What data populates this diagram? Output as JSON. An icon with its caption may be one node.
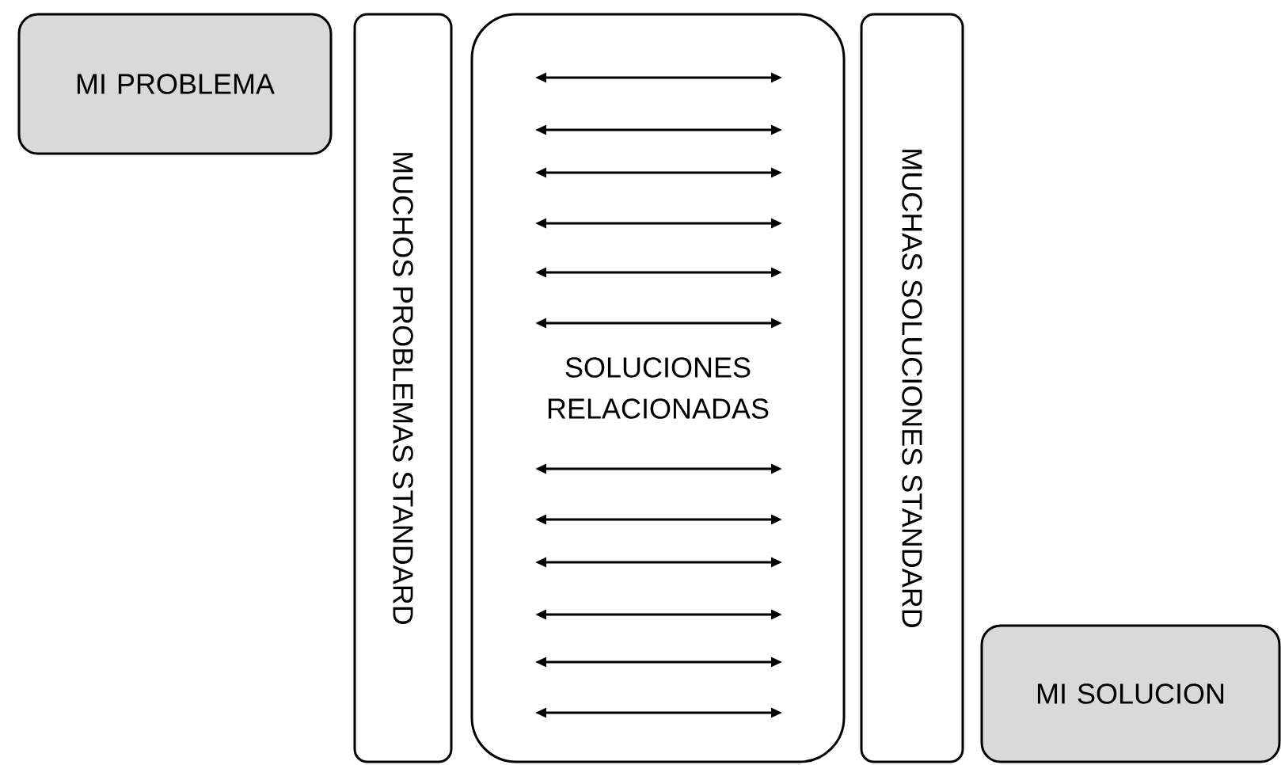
{
  "diagram": {
    "nodes": [
      {
        "text": [
          "MI PROBLEMA"
        ]
      },
      {
        "text": [
          "MUCHOS PROBLEMAS STANDARD"
        ]
      },
      {
        "text": [
          "SOLUCIONES RELACIONADAS"
        ]
      },
      {
        "text": [
          "MUCHAS SOLUCIONES STANDARD"
        ]
      },
      {
        "text": [
          "MI SOLUCION"
        ]
      }
    ]
  }
}
